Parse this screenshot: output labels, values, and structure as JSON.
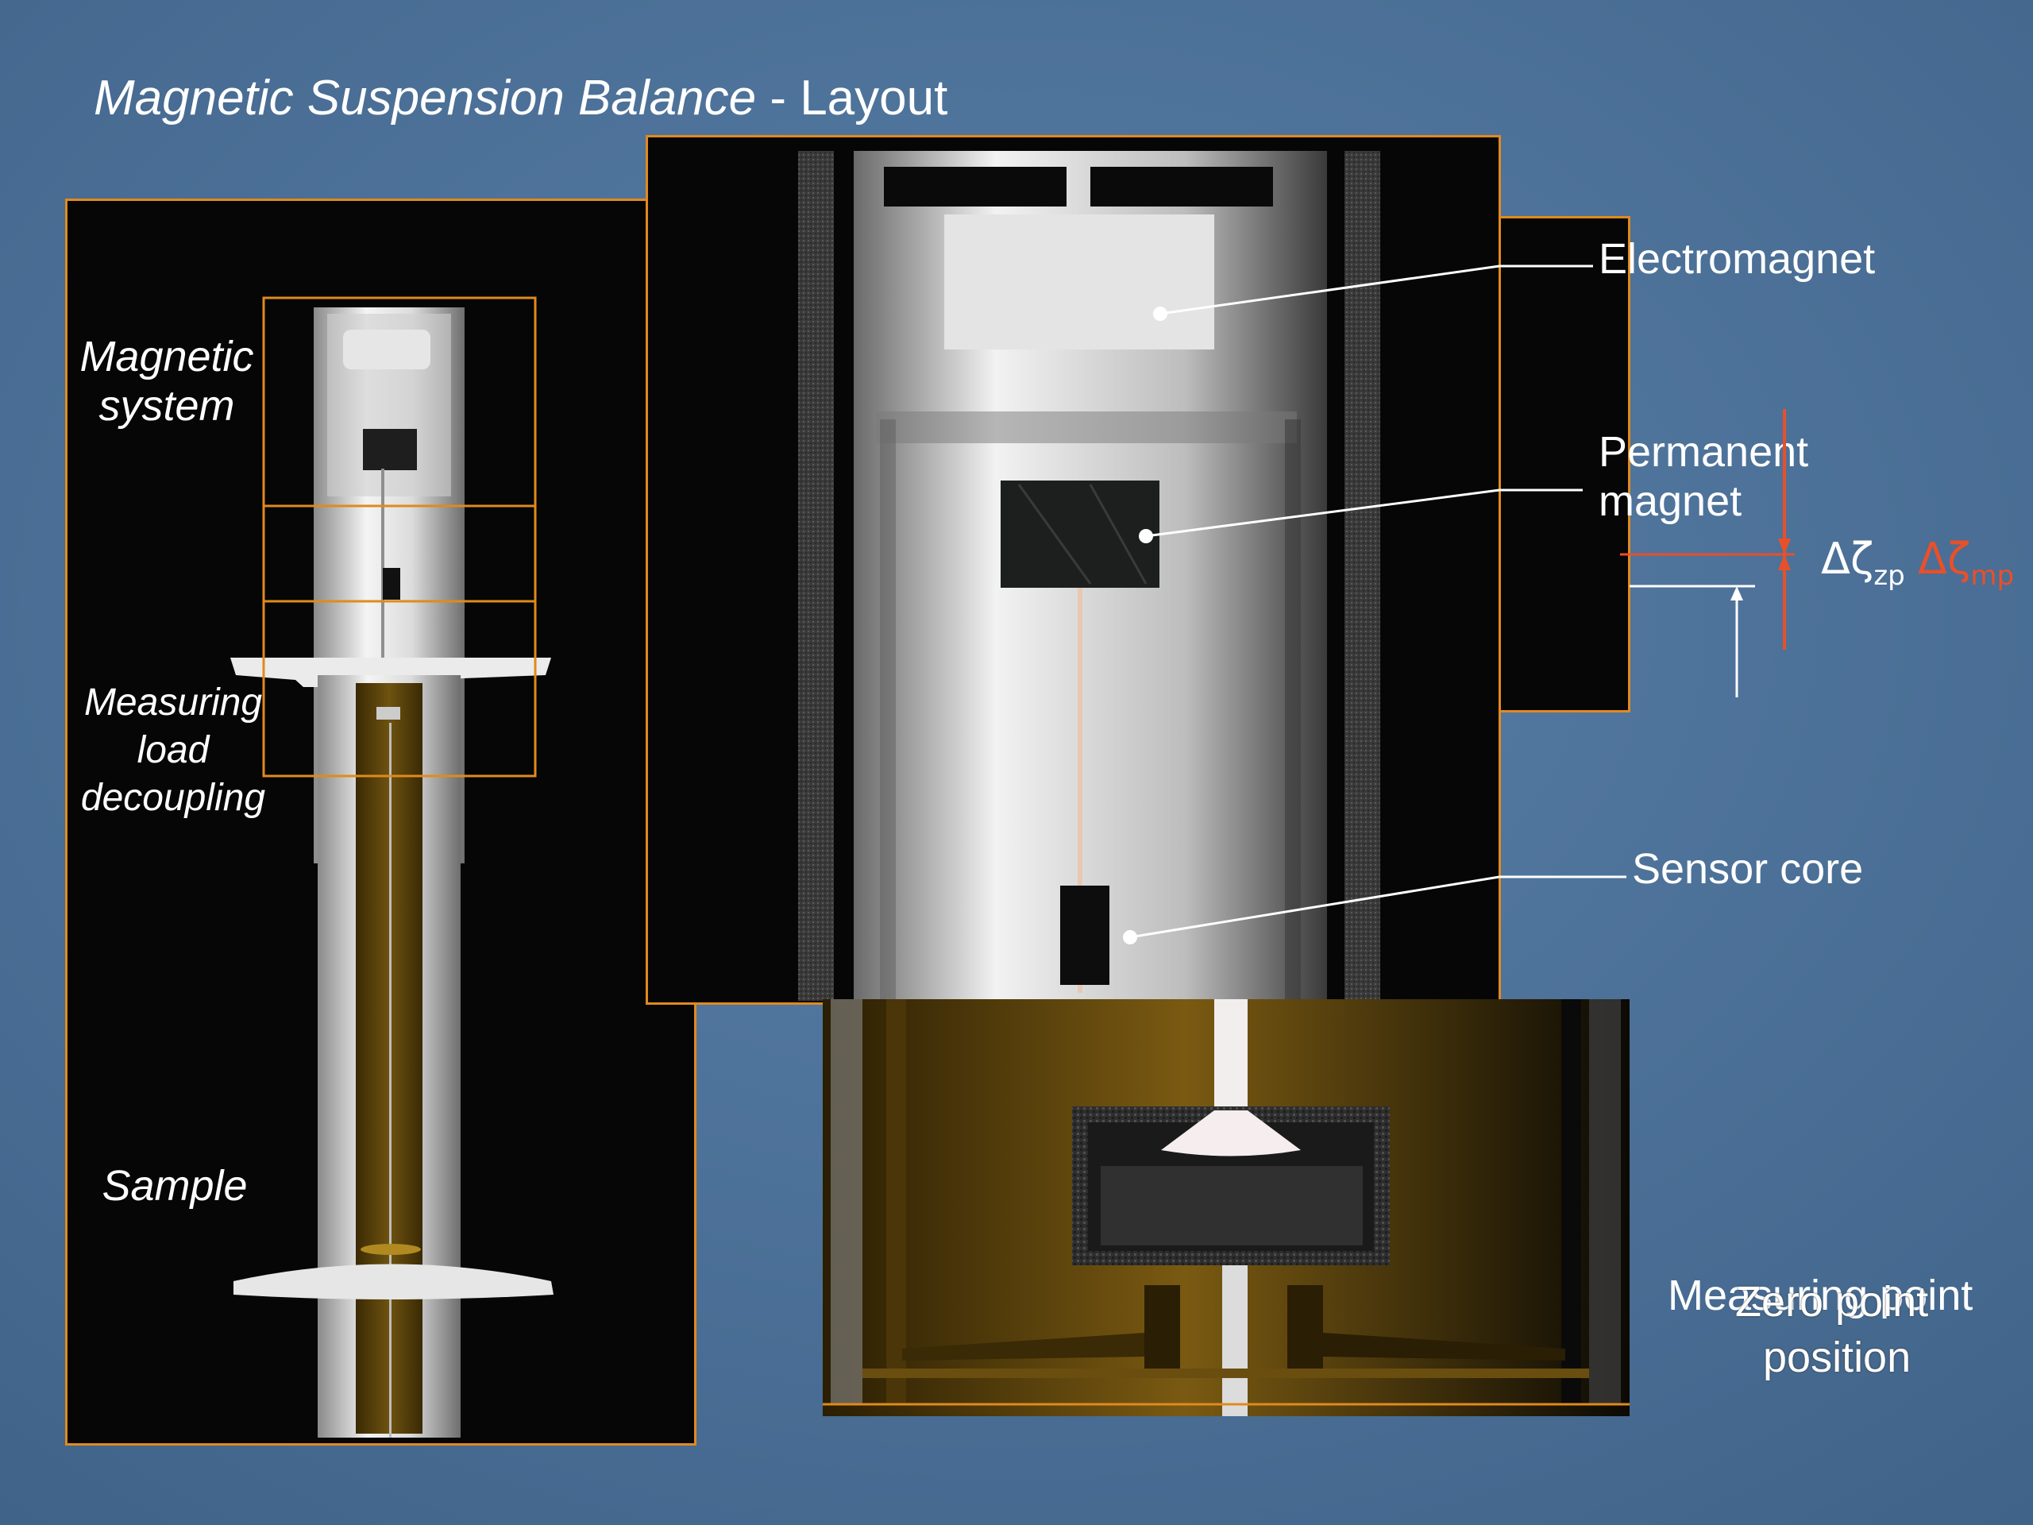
{
  "title": {
    "italic_part": "Magnetic Suspension Balance",
    "rest": " - Layout"
  },
  "left_labels": {
    "magnetic_system": [
      "Magnetic",
      "system"
    ],
    "measuring_load_decoupling": [
      "Measuring",
      "load",
      "decoupling"
    ],
    "sample": "Sample"
  },
  "callouts": {
    "electromagnet": "Electromagnet",
    "permanent_magnet": [
      "Permanent",
      "magnet"
    ],
    "sensor_core": "Sensor core"
  },
  "deltas": {
    "zp": {
      "symbol": "Δζ",
      "sub": "zp"
    },
    "mp": {
      "symbol": "Δζ",
      "sub": "mp"
    }
  },
  "bottom_right": {
    "measuring_point": "Measuring point",
    "zero_point": "Zero point",
    "position": "position"
  },
  "colors": {
    "background": "#4a6f96",
    "frame_orange": "#e08a1e",
    "accent_red": "#e8502a",
    "brass": "#5a4208"
  }
}
